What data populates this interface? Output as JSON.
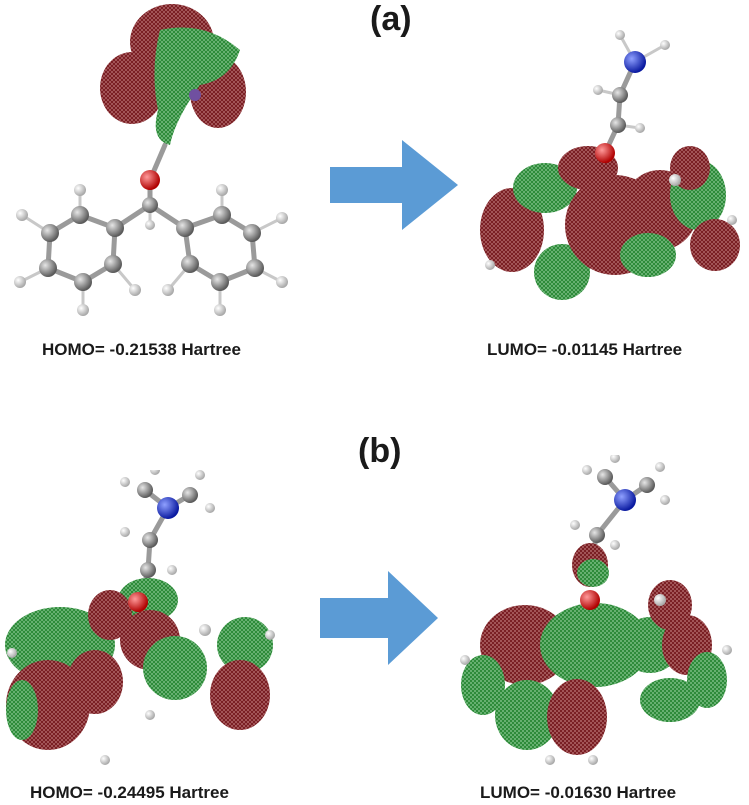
{
  "panels": [
    {
      "label": "(a)",
      "homo_caption": "HOMO= -0.21538 Hartree",
      "lumo_caption": "LUMO= -0.01145 Hartree"
    },
    {
      "label": "(b)",
      "homo_caption": "HOMO= -0.24495 Hartree",
      "lumo_caption": "LUMO= -0.01630 Hartree"
    }
  ],
  "colors": {
    "lobe_positive": "#7a1f24",
    "lobe_negative": "#2e8b3a",
    "carbon": "#8a8a8a",
    "hydrogen": "#e8e8e8",
    "oxygen": "#e00000",
    "nitrogen": "#1a2fd0",
    "arrow": "#5b9bd5"
  },
  "icons": {
    "arrow": "right-arrow-icon"
  }
}
